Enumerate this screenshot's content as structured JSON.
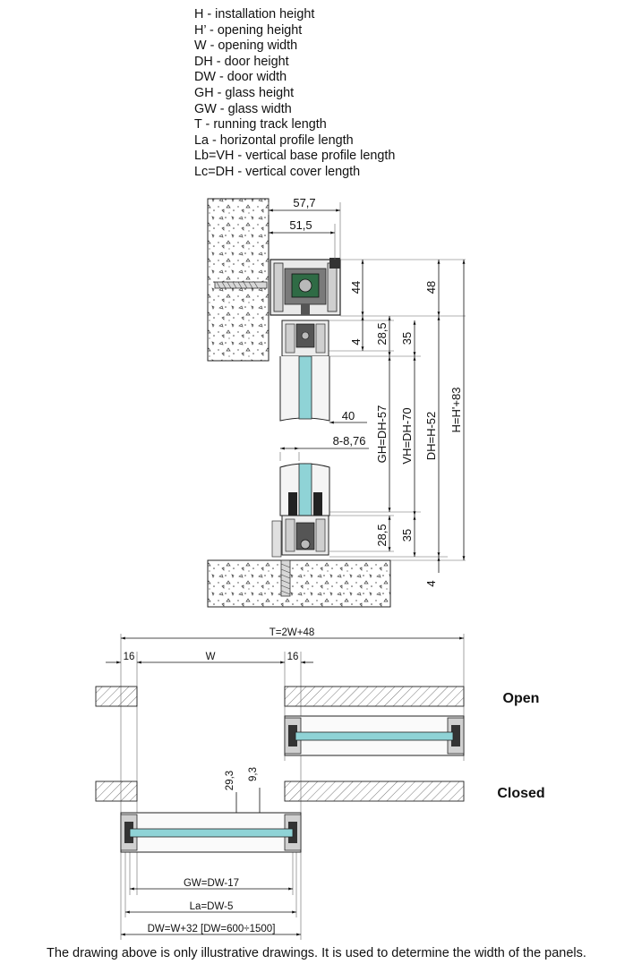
{
  "legend": [
    "H - installation height",
    "H’ - opening height",
    "W - opening width",
    "DH - door height",
    "DW - door width",
    "GH - glass height",
    "GW - glass width",
    "T - running track length",
    "La - horizontal profile length",
    "Lb=VH - vertical base profile length",
    "Lc=DH - vertical cover length"
  ],
  "section": {
    "dim_57_7": "57,7",
    "dim_51_5": "51,5",
    "dim_44": "44",
    "dim_48": "48",
    "dim_28_5_top": "28,5",
    "dim_35_top": "35",
    "dim_4_top": "4",
    "dim_40": "40",
    "dim_8_876": "8-8,76",
    "dim_gh": "GH=DH-57",
    "dim_vh": "VH=DH-70",
    "dim_dh": "DH=H-52",
    "dim_h": "H=H'+83",
    "dim_28_5_bottom": "28,5",
    "dim_35_bottom": "35",
    "dim_4_bottom": "4"
  },
  "plan": {
    "dim_t": "T=2W+48",
    "dim_16_left": "16",
    "dim_w": "W",
    "dim_16_right": "16",
    "label_open": "Open",
    "label_closed": "Closed",
    "dim_29_3": "29,3",
    "dim_9_3": "9,3",
    "dim_gw": "GW=DW-17",
    "dim_la": "La=DW-5",
    "dim_dw": "DW=W+32 [DW=600÷1500]"
  },
  "colors": {
    "glass": "#8fd3d6",
    "profile": "#9a9a9a",
    "seal": "#2f6b45"
  },
  "footer": "The drawing above is only illustrative drawings. It is used to determine the width of the panels."
}
